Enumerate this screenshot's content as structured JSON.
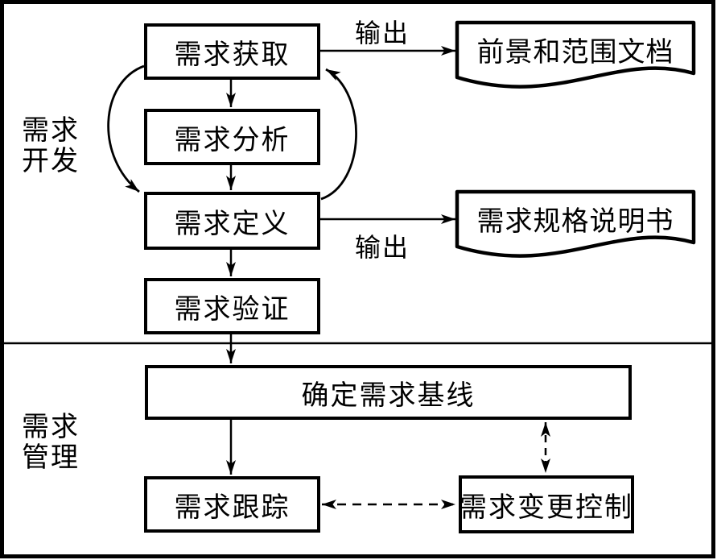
{
  "diagram": {
    "background_color": "#ffffff",
    "line_color": "#000000",
    "sections": {
      "development": {
        "line1": "需求",
        "line2": "开发"
      },
      "management": {
        "line1": "需求",
        "line2": "管理"
      }
    },
    "nodes": {
      "elicitation": "需求获取",
      "analysis": "需求分析",
      "definition": "需求定义",
      "validation": "需求验证",
      "baseline": "确定需求基线",
      "tracing": "需求跟踪",
      "change_control": "需求变更控制"
    },
    "documents": {
      "vision_scope": "前景和范围文档",
      "srs": "需求规格说明书"
    },
    "labels": {
      "output_top": "输出",
      "output_bottom": "输出"
    },
    "connections": [
      {
        "from": "需求获取",
        "to": "需求分析",
        "style": "solid-arrow"
      },
      {
        "from": "需求分析",
        "to": "需求定义",
        "style": "solid-arrow"
      },
      {
        "from": "需求获取",
        "to": "需求定义",
        "style": "curved-arrow-left"
      },
      {
        "from": "需求定义",
        "to": "需求获取",
        "style": "curved-arrow-right"
      },
      {
        "from": "需求获取",
        "to": "前景和范围文档",
        "style": "solid-arrow",
        "label": "输出"
      },
      {
        "from": "需求定义",
        "to": "需求规格说明书",
        "style": "solid-arrow",
        "label": "输出"
      },
      {
        "from": "需求定义",
        "to": "需求验证",
        "style": "solid-arrow"
      },
      {
        "from": "需求验证",
        "to": "确定需求基线",
        "style": "solid-arrow"
      },
      {
        "from": "确定需求基线",
        "to": "需求跟踪",
        "style": "solid-arrow"
      },
      {
        "from": "确定需求基线",
        "to": "需求变更控制",
        "style": "dashed-double-arrow"
      },
      {
        "from": "需求跟踪",
        "to": "需求变更控制",
        "style": "dashed-double-arrow"
      }
    ]
  }
}
